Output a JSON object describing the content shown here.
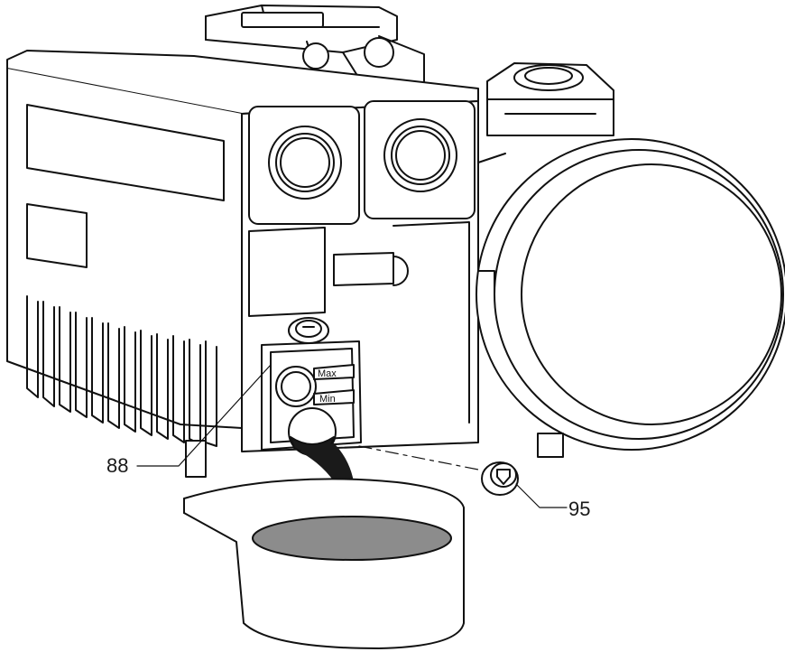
{
  "gauge": {
    "max_label": "Max",
    "min_label": "Min"
  },
  "callouts": {
    "drain_plug_number": "88",
    "fill_plug_number": "95"
  },
  "colors": {
    "outline": "#111111",
    "body": "#ffffff",
    "shadow": "#e6e6e6",
    "oil": "#1a1a1a",
    "oil_surface": "#8c8c8c"
  },
  "icons": [
    "vacuum-pump-illustration",
    "drain-plug-icon",
    "fill-plug-icon",
    "oil-container-icon"
  ]
}
